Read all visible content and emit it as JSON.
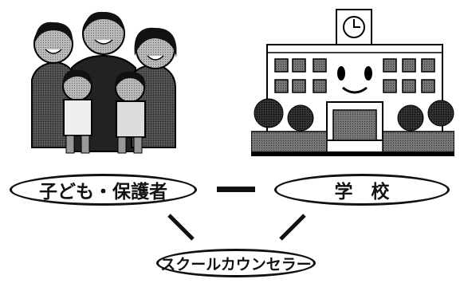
{
  "nodes": {
    "family": "子ども・保護者",
    "school": "学　校",
    "counselor": "スクールカウンセラー"
  },
  "illustrations": {
    "family": "family-illustration",
    "school": "school-building-illustration"
  }
}
